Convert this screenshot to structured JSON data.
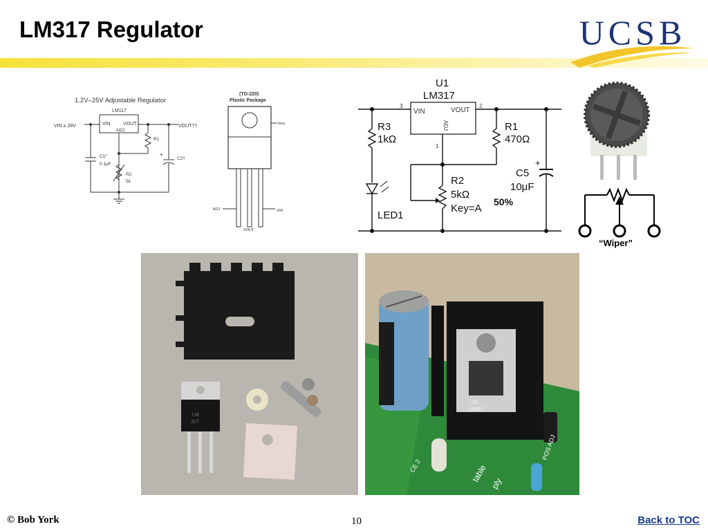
{
  "slide": {
    "title": "LM317 Regulator",
    "logo_text": "UCSB"
  },
  "datasheet_schematic": {
    "title": "1.2V–25V Adjustable Regulator",
    "chip": "LM117",
    "pin_vin": "VIN",
    "pin_vout": "VOUT",
    "pin_adj": "ADJ",
    "input_label": "VIN ≥ 28V",
    "output_label": "VOUT††",
    "r1": "R1",
    "r2_name": "R2",
    "r2_value": "5k",
    "c1_name": "C1*",
    "c1_value": "0.1μF",
    "c2": "C2†"
  },
  "package_drawing": {
    "title_line1": "(TO-220)",
    "title_line2": "Plastic Package",
    "vout_tab": "Vout",
    "adj": "ADJ",
    "vin": "VIN",
    "vout_bottom": "VOUT"
  },
  "circuit_schematic": {
    "ref": "U1",
    "part": "LM317",
    "pin_vin": "VIN",
    "pin_vout": "VOUT",
    "pin_adj": "ADJ",
    "pin3": "3",
    "pin2": "2",
    "pin1": "1",
    "r3_name": "R3",
    "r3_value": "1kΩ",
    "led": "LED1",
    "r1_name": "R1",
    "r1_value": "470Ω",
    "r2_name": "R2",
    "r2_value": "5kΩ",
    "r2_key": "Key=A",
    "r2_percent": "50%",
    "c5_name": "C5",
    "c5_value": "10μF",
    "c5_plus": "+"
  },
  "pot_diagram": {
    "wiper_label": "“Wiper”"
  },
  "photos": {
    "kit_markings": [
      "LM",
      "317"
    ],
    "board_markings": [
      "U1",
      "LM317",
      "POS ADJ",
      "table",
      "ply",
      "CE 2"
    ]
  },
  "footer": {
    "copyright": "©  Bob York",
    "page_number": "10",
    "toc_link": "Back to TOC"
  }
}
